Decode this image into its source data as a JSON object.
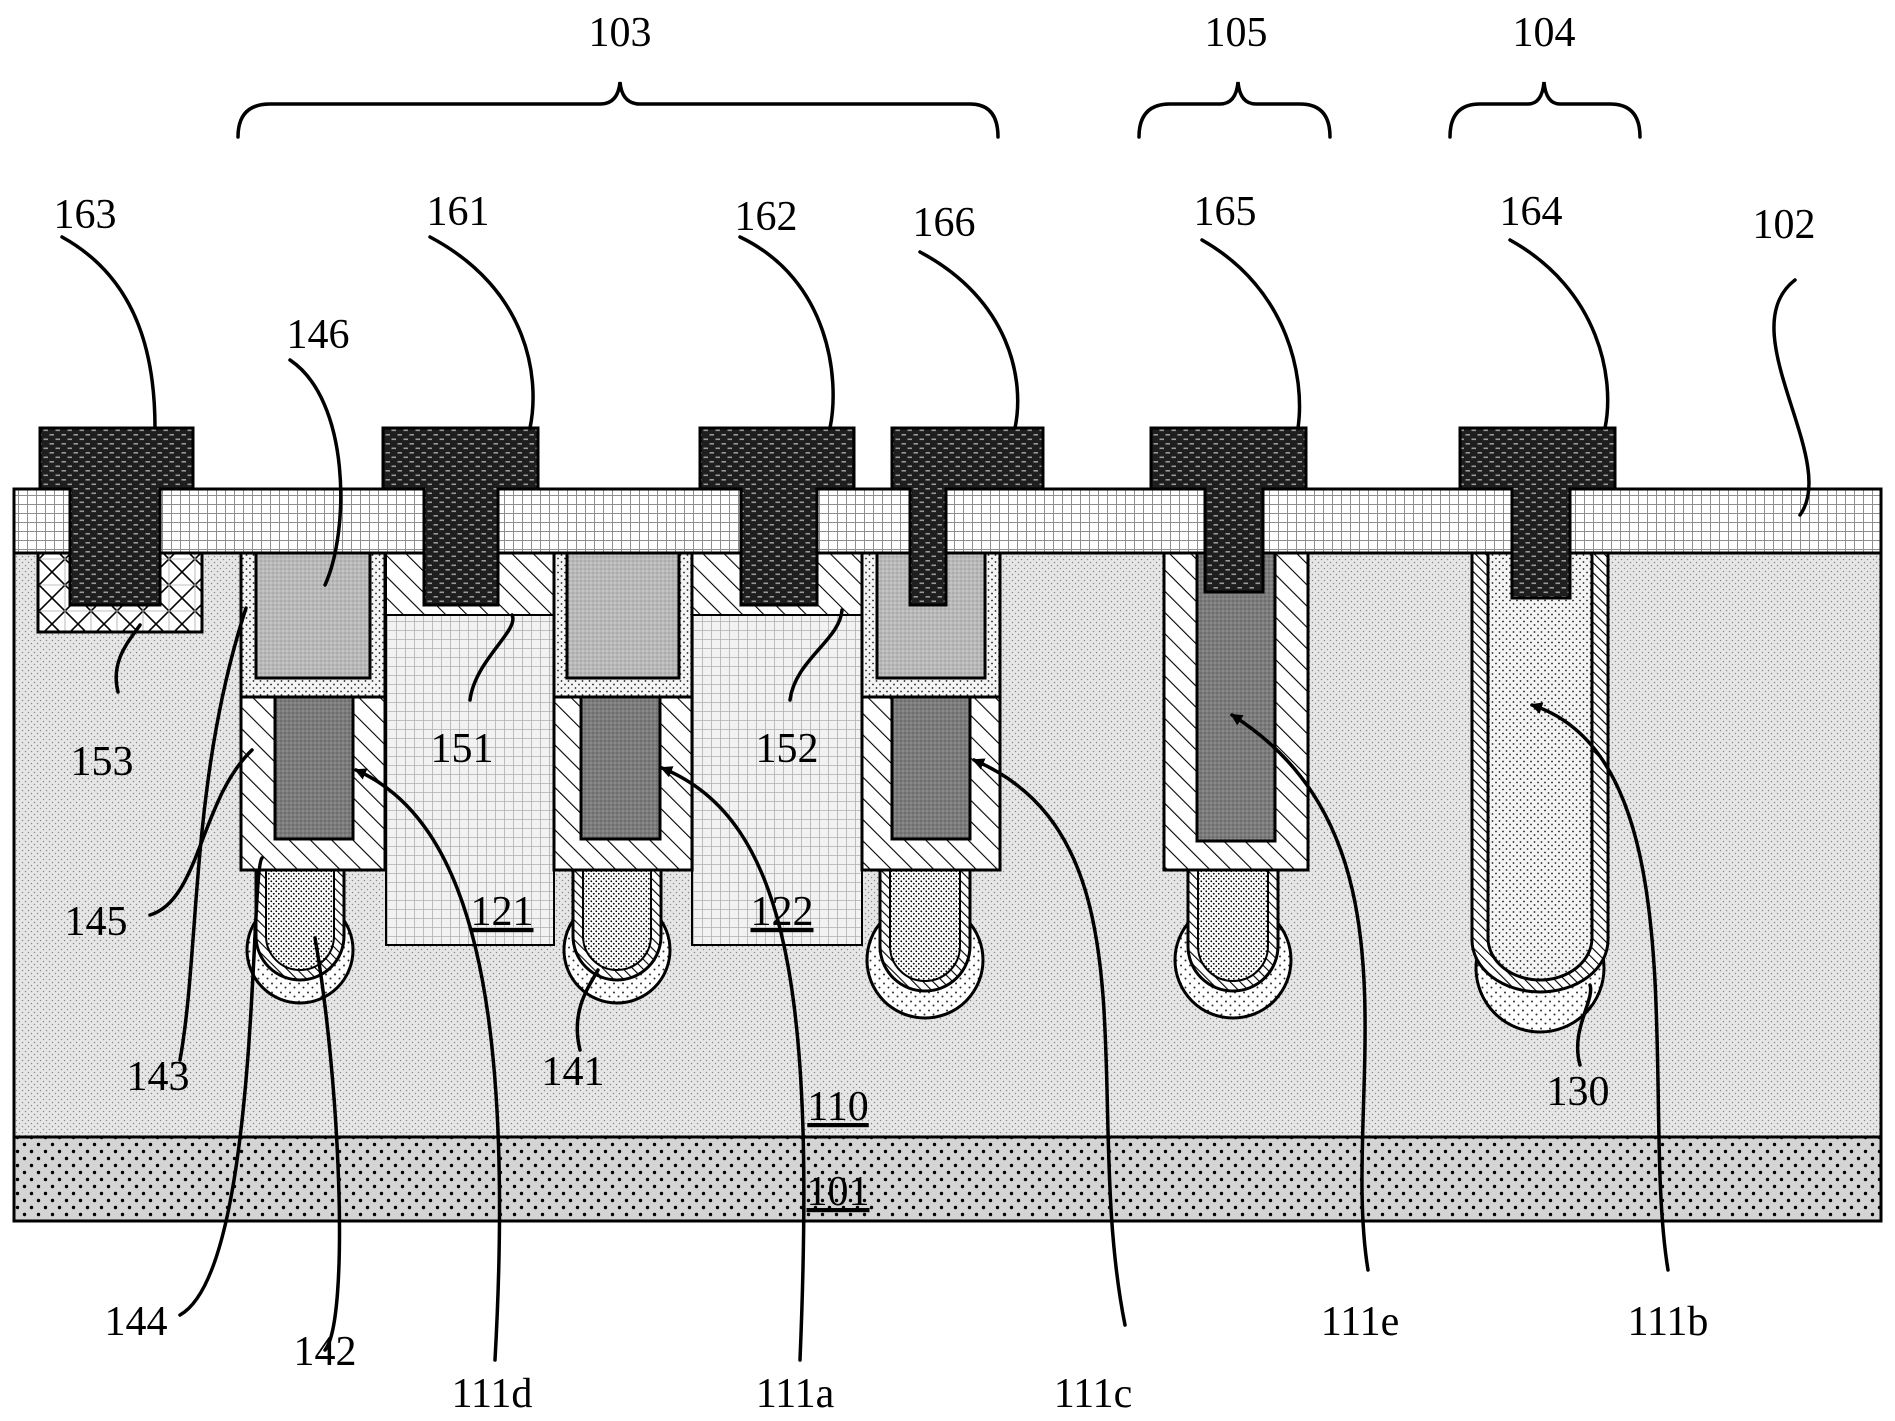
{
  "figure": {
    "labels": {
      "l103": "103",
      "l105": "105",
      "l104": "104",
      "l163": "163",
      "l161": "161",
      "l162": "162",
      "l166": "166",
      "l165": "165",
      "l164": "164",
      "l102": "102",
      "l146": "146",
      "l153": "153",
      "l151": "151",
      "l152": "152",
      "l145": "145",
      "l143": "143",
      "l141": "141",
      "l130": "130",
      "l144": "144",
      "l142": "142",
      "l111d": "111d",
      "l111a": "111a",
      "l111c": "111c",
      "l111e": "111e",
      "l111b": "111b"
    },
    "regions": {
      "r121": "121",
      "r122": "122",
      "r110": "110",
      "r101": "101"
    }
  }
}
